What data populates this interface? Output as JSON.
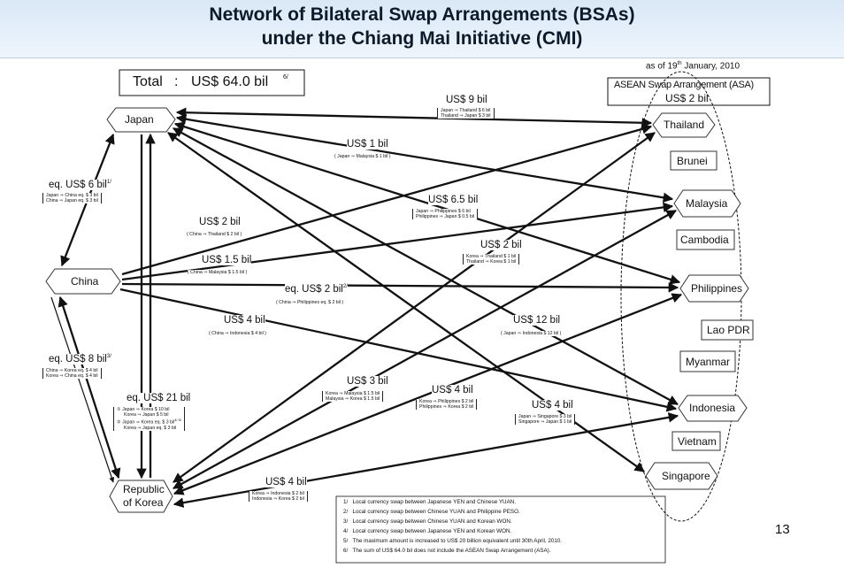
{
  "title": {
    "line1": "Network of Bilateral Swap Arrangements (BSAs)",
    "line2": "under the Chiang Mai Initiative (CMI)"
  },
  "total": {
    "label": "Total",
    "sep": ":",
    "value": "US$  64.0 bil",
    "sup": "6/"
  },
  "as_of": {
    "pre": "as of 19",
    "sup": "th",
    "post": " January, 2010"
  },
  "asa": {
    "name": "ASEAN Swap Arrangement (ASA)",
    "value": "US$  2 bil"
  },
  "nodes": {
    "japan": "Japan",
    "china": "China",
    "korea_1": "Republic",
    "korea_2": "of Korea",
    "thailand": "Thailand",
    "brunei": "Brunei",
    "malaysia": "Malaysia",
    "cambodia": "Cambodia",
    "philippines": "Philippines",
    "laopdr": "Lao PDR",
    "myanmar": "Myanmar",
    "indonesia": "Indonesia",
    "vietnam": "Vietnam",
    "singapore": "Singapore"
  },
  "swaps": {
    "japan_thailand": {
      "amount": "US$  9 bil",
      "l1": "Japan ⇒ Thailand  $  6 bil",
      "l2": "Thailand ⇒ Japan  $  3 bil"
    },
    "japan_malaysia": {
      "amount": "US$  1 bil",
      "l1": "( Japan ⇒ Malaysia  $  1 bil )"
    },
    "japan_china": {
      "amount": "eq. US$  6 bil",
      "sup": "1/",
      "l1": "Japan ⇒ China   eq.  $  3 bil",
      "l2": "China ⇒ Japan   eq.  $  3 bil"
    },
    "japan_philippines": {
      "amount": "US$  6.5 bil",
      "l1": "Japan ⇒ Philippines  $  6 bil",
      "l2": "Philippines ⇒ Japan  $  0.5 bil"
    },
    "china_thailand": {
      "amount": "US$  2 bil",
      "l1": "( China ⇒ Thailand  $  2 bil )"
    },
    "korea_thailand": {
      "amount": "US$  2 bil",
      "l1": "Korea ⇒ Thailand  $  1 bil",
      "l2": "Thailand ⇒ Korea  $  1 bil"
    },
    "china_malaysia": {
      "amount": "US$  1.5 bil",
      "l1": "( China ⇒ Malaysia  $  1.5 bil )"
    },
    "china_philippines": {
      "amount": "eq. US$  2 bil",
      "sup": "2/",
      "l1": "( China ⇒ Philippines   eq.  $  2 bil )"
    },
    "china_indonesia": {
      "amount": "US$  4 bil",
      "l1": "( China ⇒ Indonesia  $  4 bil )"
    },
    "japan_indonesia": {
      "amount": "US$  12 bil",
      "l1": "( Japan ⇒ Indonesia  $  12 bil )"
    },
    "china_korea": {
      "amount": "eq. US$  8 bil",
      "sup": "3/",
      "l1": "China ⇒ Korea   eq.  $  4 bil",
      "l2": "Korea ⇒ China   eq.  $  4 bil"
    },
    "korea_malaysia": {
      "amount": "US$  3 bil",
      "l1": "Korea ⇒ Malaysia  $  1.5 bil",
      "l2": "Malaysia ⇒ Korea  $  1.5 bil"
    },
    "korea_philippines": {
      "amount": "US$  4 bil",
      "l1": "Korea ⇒ Philippines  $  2 bil",
      "l2": "Philippines ⇒ Korea  $  2 bil"
    },
    "japan_singapore": {
      "amount": "US$  4 bil",
      "l1": "Japan ⇒ Singapore  $  3 bil",
      "l2": "Singapore ⇒ Japan  $  1 bil"
    },
    "japan_korea": {
      "amount": "eq. US$  21 bil",
      "l1": "① Japan ⇒ Korea   $  10 bil",
      "l2": "Korea ⇒ Japan   $  5 bil",
      "l3": "② Japan ⇒ Korea   eq. $ 3 bil",
      "l3sup": "4/ 5/",
      "l4": "Korea ⇒ Japan   eq. $ 3 bil"
    },
    "korea_indonesia": {
      "amount": "US$  4 bil",
      "l1": "Korea ⇒ Indonesia  $  2 bil",
      "l2": "Indonesia ⇒ Korea  $  2 bil"
    }
  },
  "notes": [
    {
      "mark": "1/",
      "text": "Local currency swap between Japanese YEN and Chinese YUAN."
    },
    {
      "mark": "2/",
      "text": "Local currency swap between Chinese YUAN and Philippine PESO."
    },
    {
      "mark": "3/",
      "text": "Local currency swap between Chinese YUAN and Korean WON."
    },
    {
      "mark": "4/",
      "text": "Local currency swap between Japanese YEN and Korean WON."
    },
    {
      "mark": "5/",
      "text": "The maximum amount is increased to US$ 20 billion equivalent until 30th April, 2010."
    },
    {
      "mark": "6/",
      "text": "The sum of US$  64.0 bil does not include the ASEAN Swap Arrangement (ASA)."
    }
  ],
  "page_number": "13"
}
